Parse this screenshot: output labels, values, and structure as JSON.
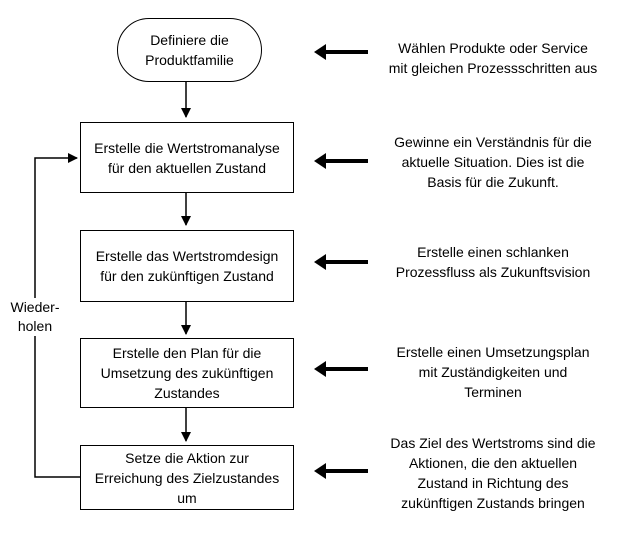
{
  "steps": [
    {
      "label": "Definiere die\nProduktfamilie"
    },
    {
      "label": "Erstelle die Wertstromanalyse\nfür den aktuellen Zustand"
    },
    {
      "label": "Erstelle das Wertstromdesign\nfür den zukünftigen Zustand"
    },
    {
      "label": "Erstelle den Plan für die\nUmsetzung des zukünftigen\nZustandes"
    },
    {
      "label": "Setze die Aktion zur\nErreichung des Zielzustandes\num"
    }
  ],
  "notes": [
    {
      "text": "Wählen Produkte oder Service\nmit gleichen Prozessschritten aus"
    },
    {
      "text": "Gewinne ein Verständnis für die\naktuelle Situation. Dies ist die\nBasis für die Zukunft."
    },
    {
      "text": "Erstelle einen schlanken\nProzessfluss als Zukunftsvision"
    },
    {
      "text": "Erstelle einen Umsetzungsplan\nmit Zuständigkeiten und\nTerminen"
    },
    {
      "text": "Das Ziel des Wertstroms sind die\nAktionen, die den aktuellen\nZustand in Richtung des\nzukünftigen Zustands bringen"
    }
  ],
  "loop": {
    "label": "Wieder-\nholen"
  }
}
